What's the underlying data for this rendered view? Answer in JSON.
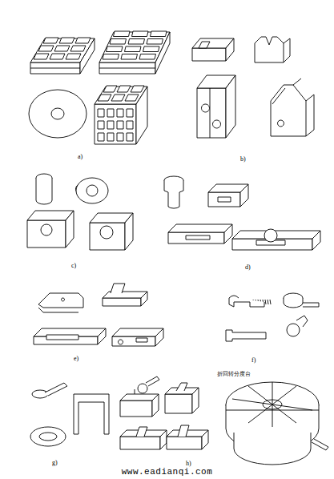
{
  "diagram": {
    "labels": [
      "a)",
      "b)",
      "c)",
      "d)",
      "e)",
      "f)",
      "g)",
      "h)",
      "折回转分度台",
      "www.eadianqi.com"
    ]
  }
}
